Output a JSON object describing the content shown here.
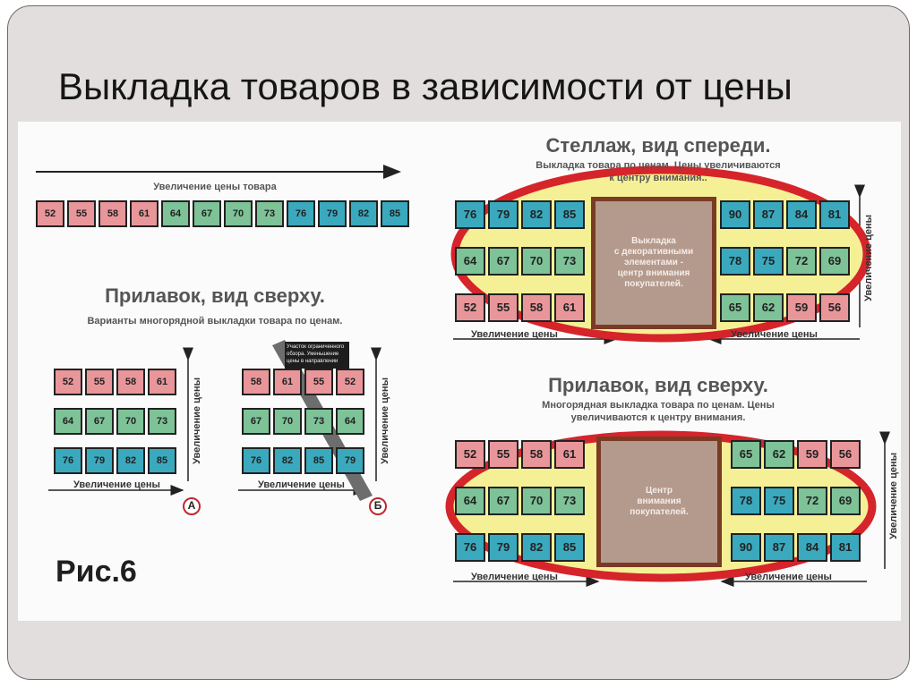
{
  "title": "Выкладка товаров в зависимости от цены",
  "top_strip": {
    "label": "Увеличение цены товара",
    "cells": [
      "52",
      "55",
      "58",
      "61",
      "64",
      "67",
      "70",
      "73",
      "76",
      "79",
      "82",
      "85"
    ]
  },
  "counter_left": {
    "heading": "Прилавок, вид сверху.",
    "subheading": "Варианты многорядной выкладки товара по ценам.",
    "rows": [
      [
        "52",
        "55",
        "58",
        "61"
      ],
      [
        "64",
        "67",
        "70",
        "73"
      ],
      [
        "76",
        "79",
        "82",
        "85"
      ]
    ],
    "arrow_label": "Увеличение цены",
    "side_label": "Увеличение цены",
    "marker": "А"
  },
  "counter_mid": {
    "rows": [
      [
        "58",
        "61",
        "55",
        "52"
      ],
      [
        "67",
        "70",
        "73",
        "64"
      ],
      [
        "76",
        "82",
        "85",
        "79"
      ]
    ],
    "note": "Участок ограниченного обзора. Уменьшение цены в направлении",
    "arrow_label": "Увеличение цены",
    "side_label": "Увеличение цены",
    "marker": "Б"
  },
  "shelf_front": {
    "heading": "Стеллаж, вид спереди.",
    "subheading_1": "Выкладка товара по ценам. Цены увеличиваются",
    "subheading_2": "к центру внимания..",
    "left_rows": [
      [
        "76",
        "79",
        "82",
        "85"
      ],
      [
        "64",
        "67",
        "70",
        "73"
      ],
      [
        "52",
        "55",
        "58",
        "61"
      ]
    ],
    "right_rows": [
      [
        "90",
        "87",
        "84",
        "81"
      ],
      [
        "78",
        "75",
        "72",
        "69"
      ],
      [
        "65",
        "62",
        "59",
        "56"
      ]
    ],
    "center_text": [
      "Выкладка",
      "с декоративными",
      "элементами -",
      "центр внимания",
      "покупателей."
    ],
    "left_arrow_label": "Увеличение цены",
    "right_arrow_label": "Увеличение цены",
    "side_label": "Увеличение цены"
  },
  "counter_top": {
    "heading": "Прилавок, вид сверху.",
    "subheading_1": "Многорядная выкладка товара по ценам. Цены",
    "subheading_2": "увеличиваются к центру внимания.",
    "left_rows": [
      [
        "52",
        "55",
        "58",
        "61"
      ],
      [
        "64",
        "67",
        "70",
        "73"
      ],
      [
        "76",
        "79",
        "82",
        "85"
      ]
    ],
    "right_rows": [
      [
        "65",
        "62",
        "59",
        "56"
      ],
      [
        "78",
        "75",
        "72",
        "69"
      ],
      [
        "90",
        "87",
        "84",
        "81"
      ]
    ],
    "center_text": [
      "Центр",
      "внимания",
      "покупателей."
    ],
    "left_arrow_label": "Увеличение цены",
    "right_arrow_label": "Увеличение цены",
    "side_label": "Увеличение цены"
  },
  "figure_label": "Рис.6",
  "colors": {
    "pink": "#e9969b",
    "green": "#7ec298",
    "teal": "#3aa9bd",
    "red_ring": "#d6242b",
    "yellow": "#f5f095",
    "brown": "#7a3b25"
  }
}
